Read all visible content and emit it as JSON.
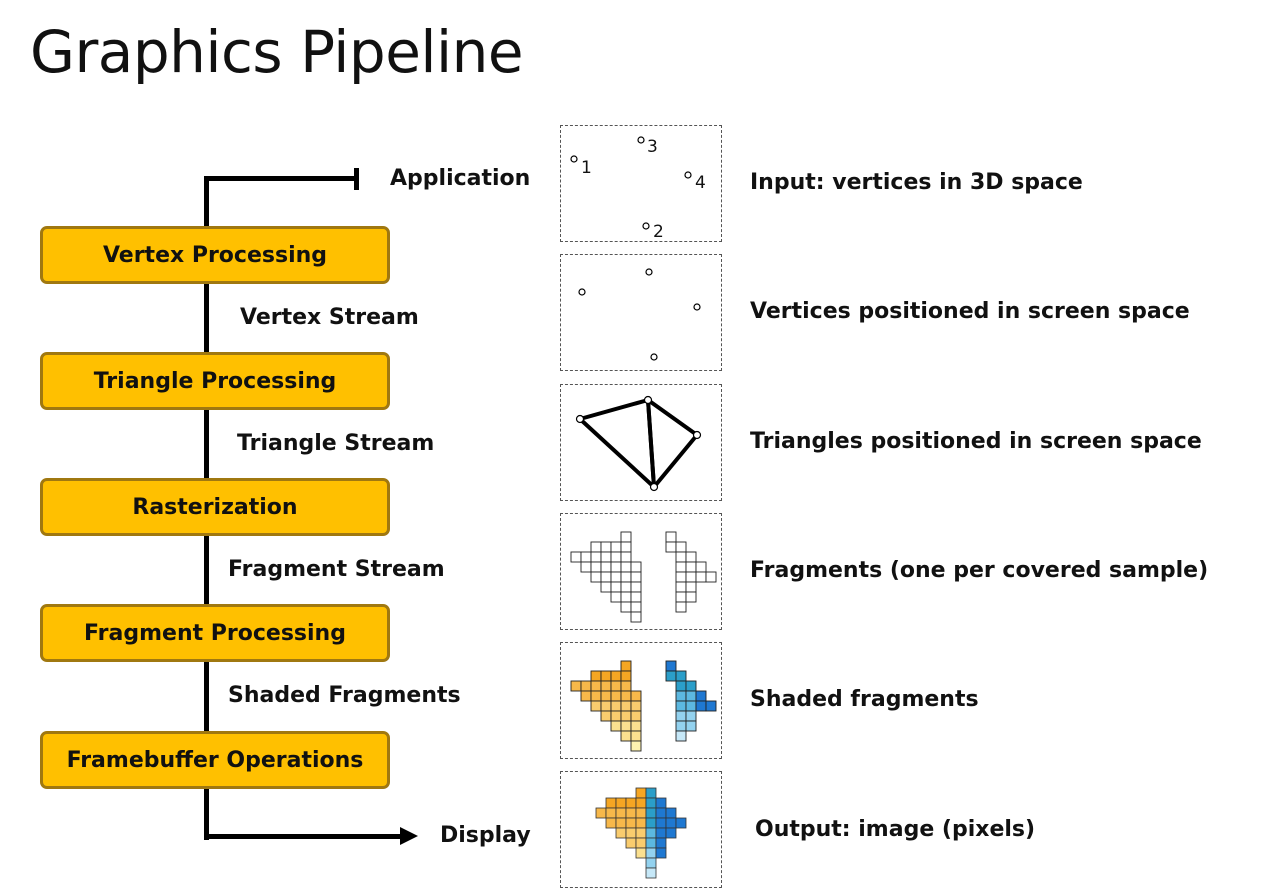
{
  "title": "Graphics Pipeline",
  "pipeline": {
    "source": "Application",
    "sink": "Display",
    "stages": [
      "Vertex Processing",
      "Triangle Processing",
      "Rasterization",
      "Fragment Processing",
      "Framebuffer Operations"
    ],
    "streams": [
      "Vertex Stream",
      "Triangle Stream",
      "Fragment Stream",
      "Shaded Fragments"
    ]
  },
  "panels": {
    "vertex_labels": [
      "1",
      "2",
      "3",
      "4"
    ],
    "descriptions": [
      "Input: vertices in 3D space",
      "Vertices positioned in screen space",
      "Triangles positioned in screen space",
      "Fragments (one per covered sample)",
      "Shaded fragments",
      "Output: image (pixels)"
    ]
  },
  "colors": {
    "stage_fill": "#ffc000",
    "stage_border": "#a07810",
    "orange_shades": [
      "#f5a623",
      "#f7b84a",
      "#f9cc6e",
      "#fbe08f",
      "#fdf2b0"
    ],
    "blue_shades": [
      "#1f78d1",
      "#2b9ec9",
      "#5cb8e0",
      "#93d2ef",
      "#c6e8f8"
    ]
  }
}
